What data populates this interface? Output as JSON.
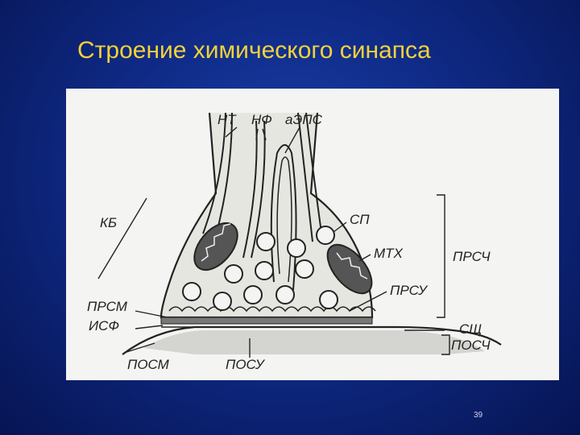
{
  "slide": {
    "title": "Строение химического синапса",
    "page_number": "39"
  },
  "diagram": {
    "labels": {
      "nt": "НТ",
      "nf": "НФ",
      "aeps": "аЭПС",
      "kb": "КБ",
      "sp": "СП",
      "mtx": "МТХ",
      "prsch": "ПРСЧ",
      "prsu": "ПРСУ",
      "prsm": "ПРСМ",
      "isf": "ИСФ",
      "sshch": "СЩ",
      "posch": "ПОСЧ",
      "posm": "ПОСМ",
      "posu": "ПОСУ"
    }
  }
}
